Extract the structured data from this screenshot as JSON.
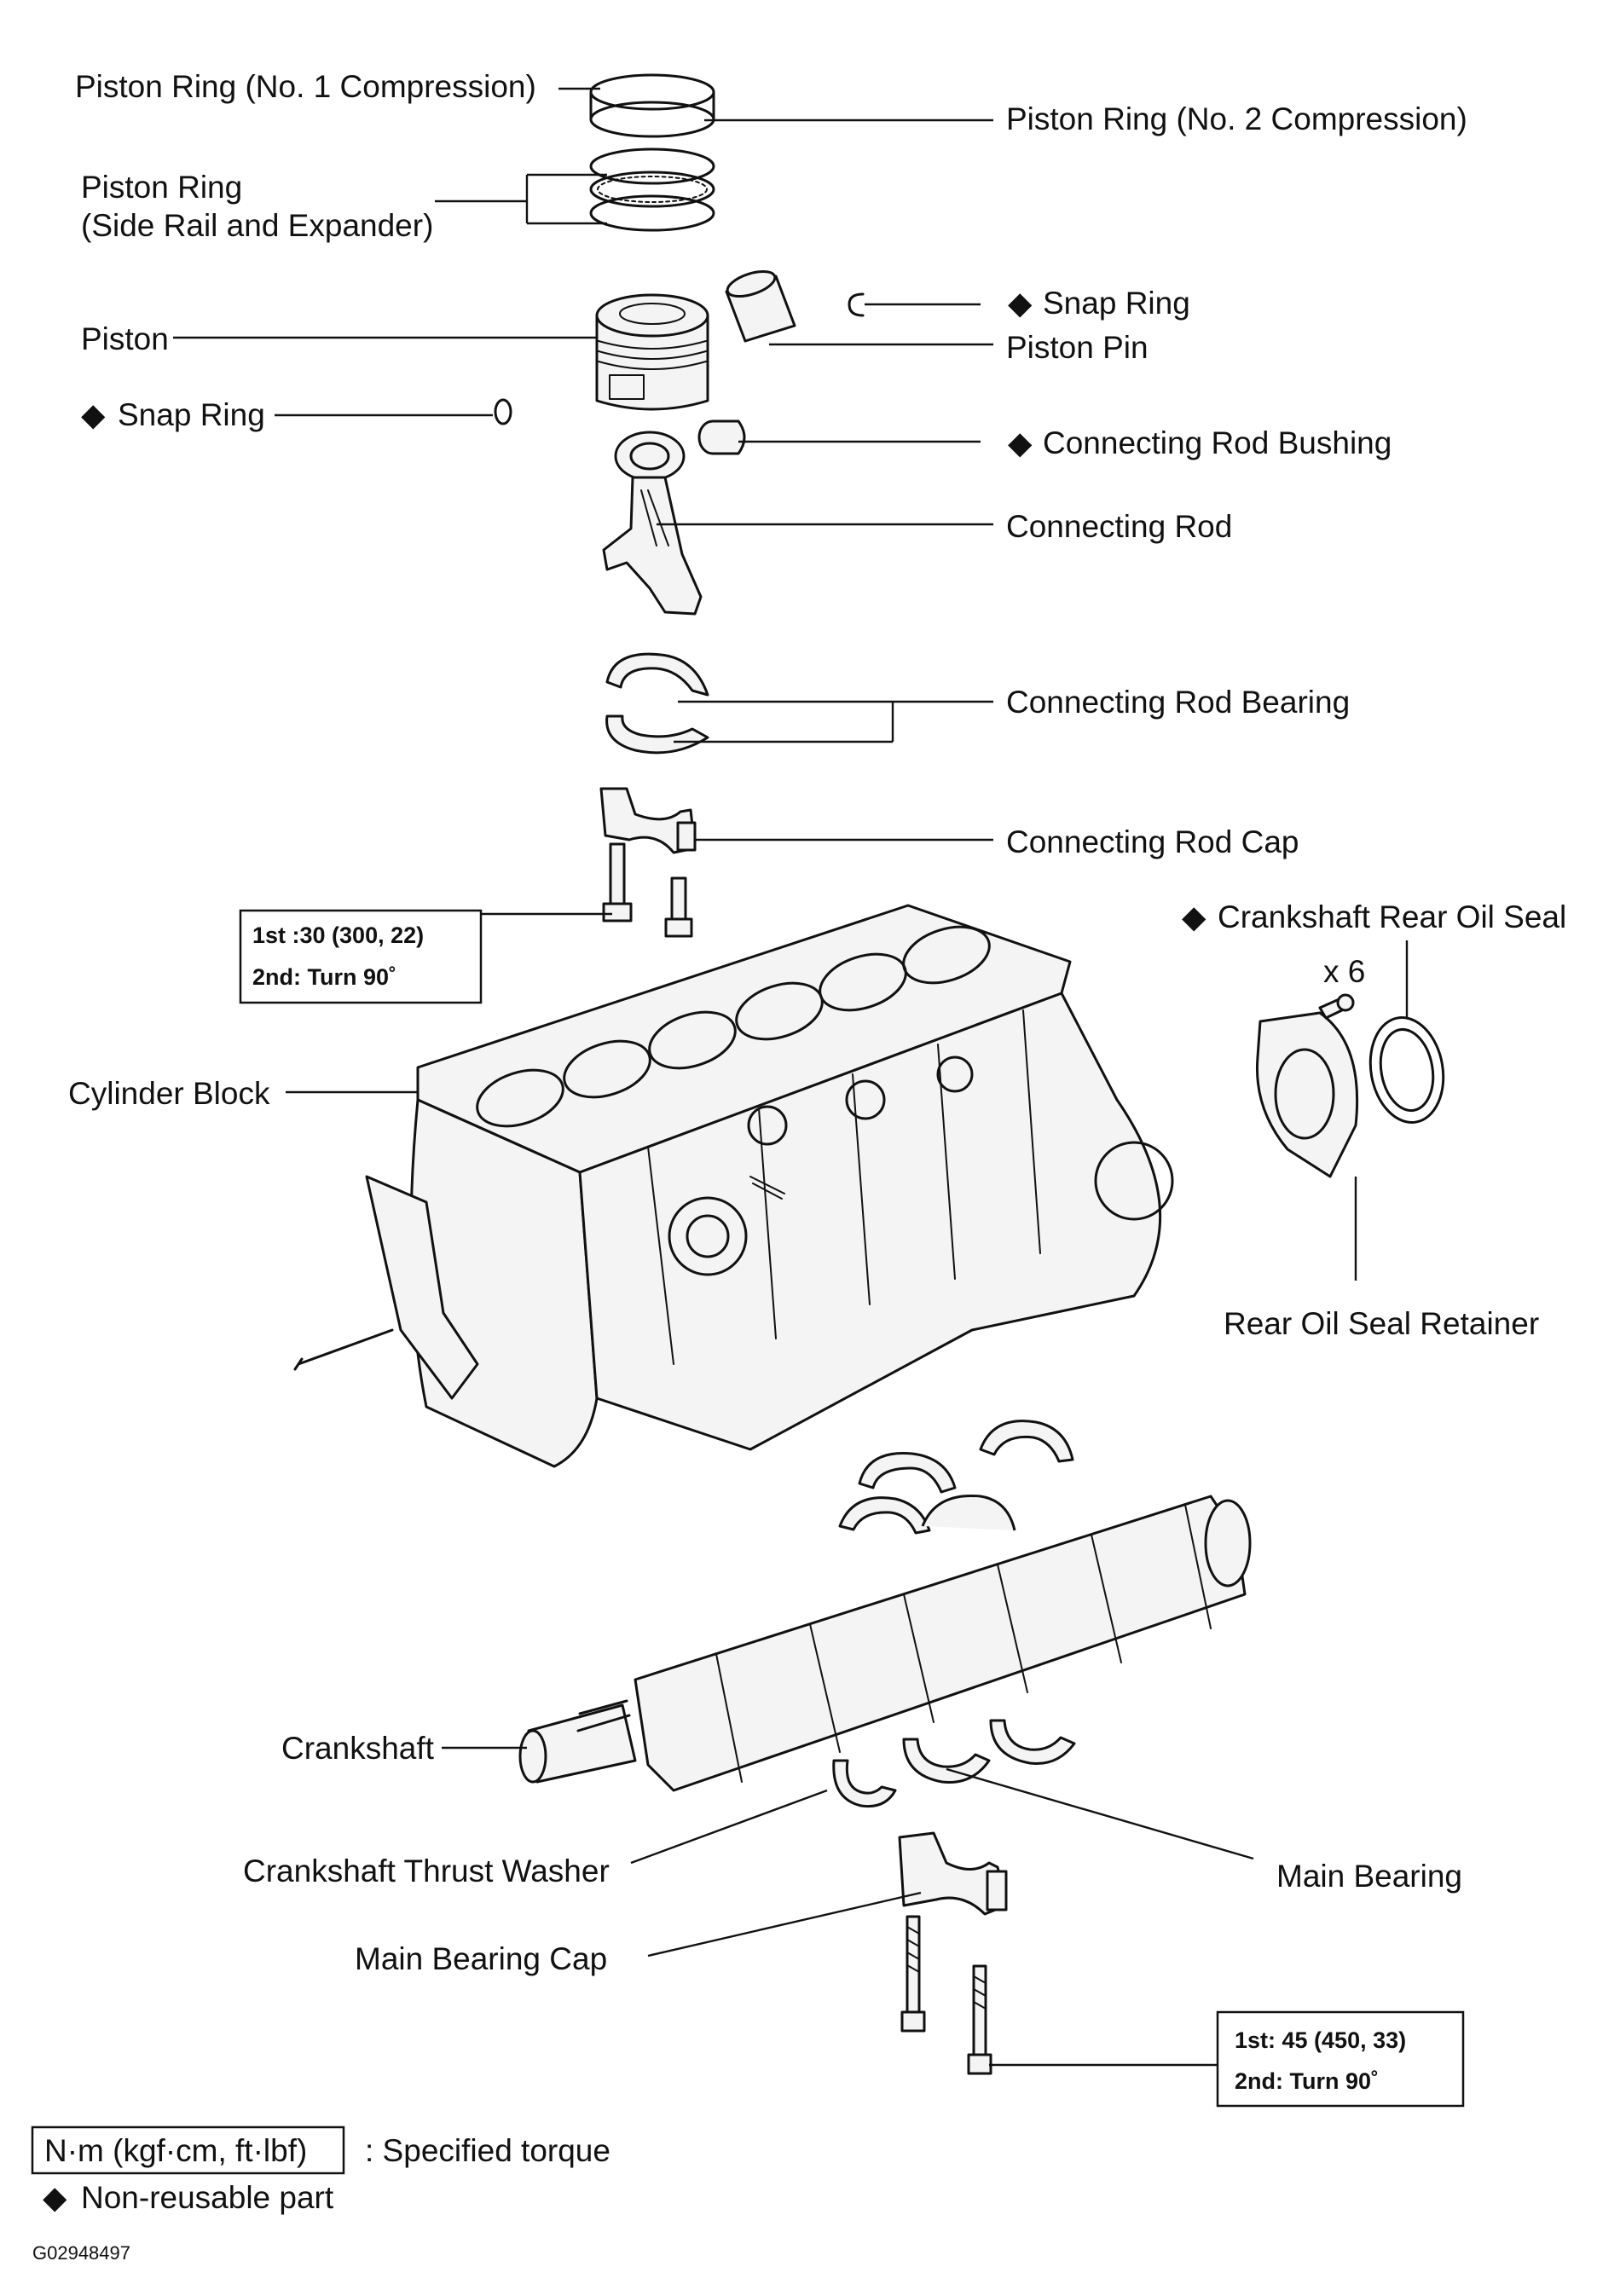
{
  "labels": {
    "piston_ring_1": "Piston Ring (No. 1 Compression)",
    "piston_ring_2": "Piston Ring (No. 2 Compression)",
    "piston_ring_rail_line1": "Piston Ring",
    "piston_ring_rail_line2": "(Side Rail and Expander)",
    "piston": "Piston",
    "snap_ring_right": "Snap Ring",
    "piston_pin": "Piston Pin",
    "snap_ring_left": "Snap Ring",
    "conn_rod_bushing": "Connecting Rod Bushing",
    "conn_rod": "Connecting Rod",
    "conn_rod_bearing": "Connecting Rod Bearing",
    "conn_rod_cap": "Connecting Rod Cap",
    "crank_rear_oil_seal": "Crankshaft Rear Oil Seal",
    "x6": "x 6",
    "cylinder_block": "Cylinder Block",
    "rear_oil_seal_retainer": "Rear Oil Seal Retainer",
    "crankshaft": "Crankshaft",
    "crank_thrust_washer": "Crankshaft Thrust Washer",
    "main_bearing": "Main Bearing",
    "main_bearing_cap": "Main Bearing Cap"
  },
  "torque_boxes": {
    "conn_rod_cap": {
      "line1": "1st :30 (300, 22)",
      "line2": "2nd: Turn 90˚"
    },
    "main_bearing_cap": {
      "line1": "1st: 45 (450, 33)",
      "line2": "2nd: Turn 90˚"
    }
  },
  "legend": {
    "torque_unit": "N·m (kgf·cm, ft·lbf)",
    "torque_desc": ": Specified torque",
    "non_reusable": "Non-reusable part"
  },
  "symbols": {
    "non_reusable_marker": "◆"
  },
  "figure_id": "G02948497"
}
